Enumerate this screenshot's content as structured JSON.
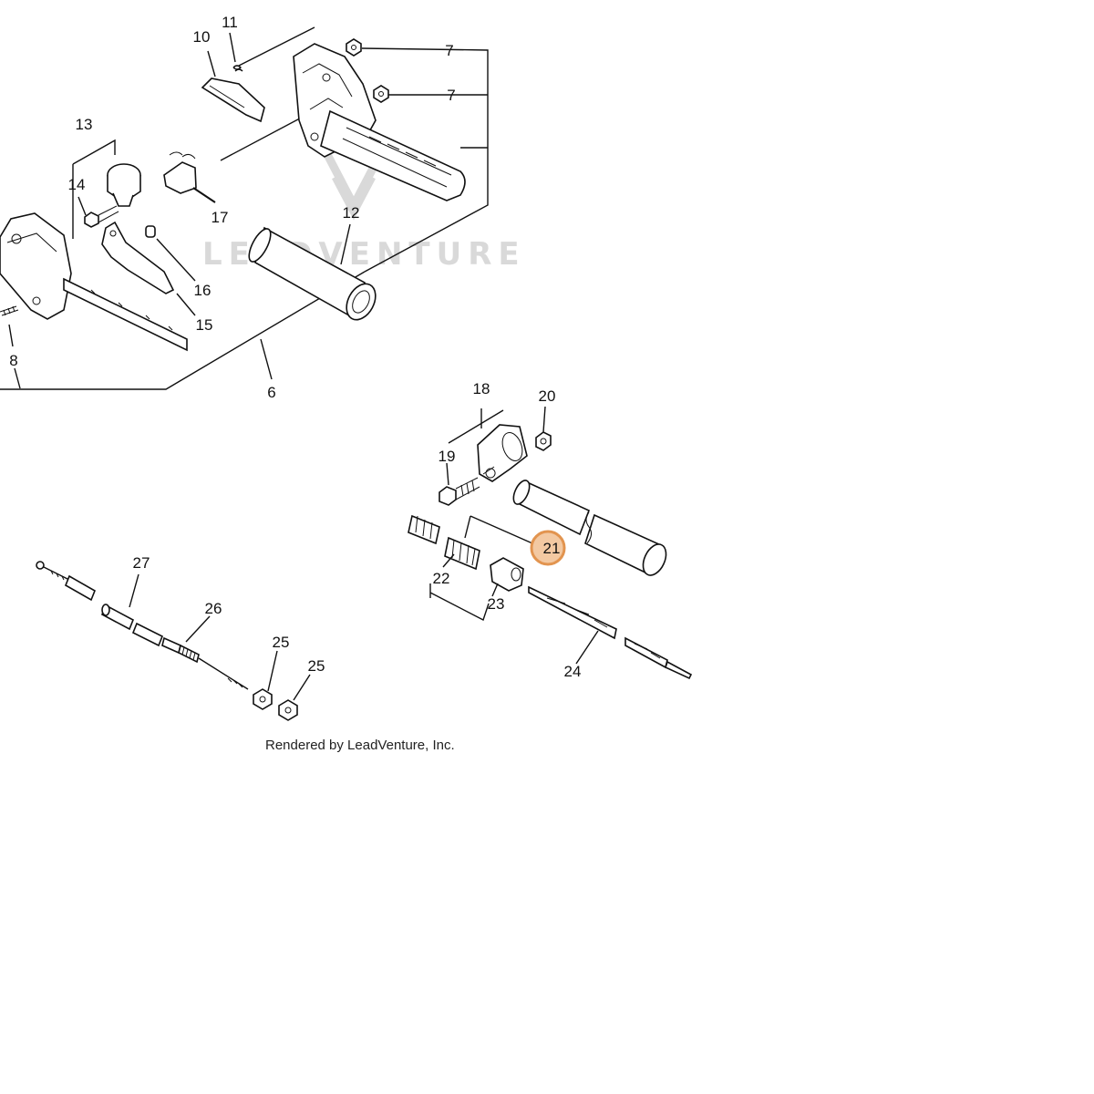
{
  "colors": {
    "line": "#111111",
    "highlight_fill": "#f3c9a2",
    "highlight_stroke": "#e2944f",
    "watermark": "#d9d9d9"
  },
  "watermark": {
    "text": "LEADVENTURE",
    "icon": "leadventure-logo-icon"
  },
  "credit": "Rendered by LeadVenture, Inc.",
  "highlighted_part": "21",
  "labels": {
    "p6": "6",
    "p7a": "7",
    "p7b": "7",
    "p8": "8",
    "p10": "10",
    "p11": "11",
    "p12": "12",
    "p13": "13",
    "p14": "14",
    "p15": "15",
    "p16": "16",
    "p17": "17",
    "p18": "18",
    "p19": "19",
    "p20": "20",
    "p21": "21",
    "p22": "22",
    "p23": "23",
    "p24": "24",
    "p25a": "25",
    "p25b": "25",
    "p26": "26",
    "p27": "27"
  }
}
